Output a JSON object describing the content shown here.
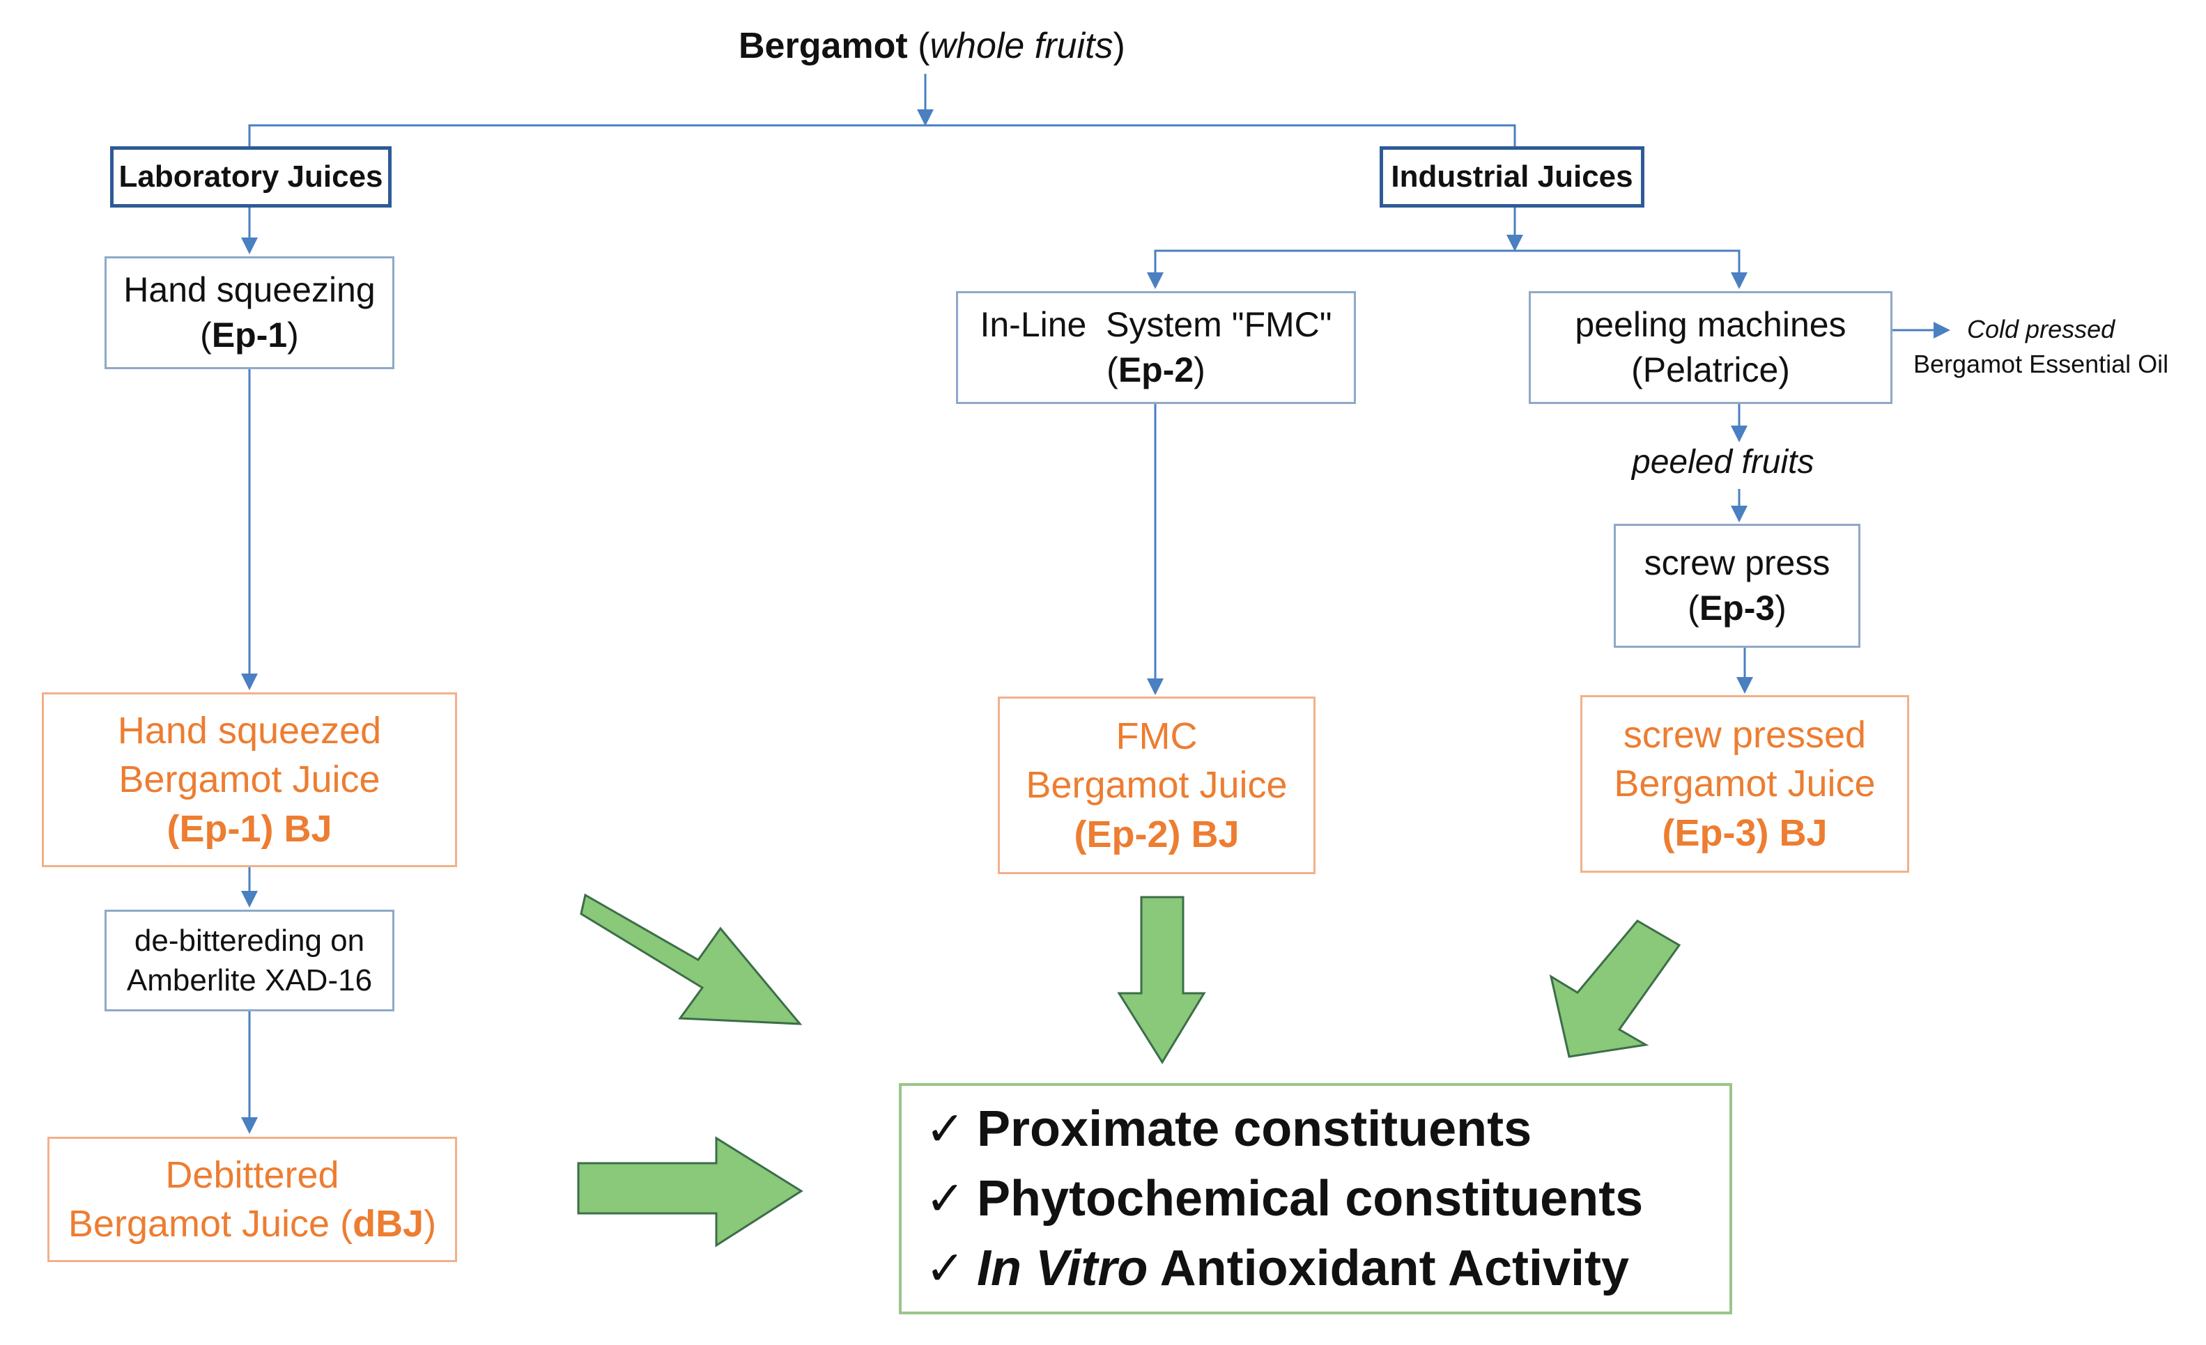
{
  "root": {
    "title": "Bergamot",
    "paren_open": " (",
    "subtitle": "whole fruits",
    "paren_close": ")"
  },
  "categories": {
    "lab": "Laboratory Juices",
    "industrial": "Industrial Juices"
  },
  "processes": {
    "hand": {
      "line1": "Hand squeezing",
      "code": "Ep-1"
    },
    "fmc": {
      "line1": "In-Line  System \"FMC\"",
      "code": "Ep-2"
    },
    "peeling": {
      "line1": "peeling machines",
      "line2": "(Pelatrice)"
    },
    "screw": {
      "line1": "screw press",
      "code": "Ep-3"
    },
    "debitter": {
      "line1": "de-bittereding on",
      "line2": "Amberlite XAD-16"
    }
  },
  "side": {
    "oil_italic": "Cold pressed",
    "oil_line2": "Bergamot Essential Oil",
    "peeled": "peeled fruits"
  },
  "outputs": {
    "ep1": {
      "line1": "Hand squeezed",
      "line2": "Bergamot Juice",
      "code": "(Ep-1) BJ"
    },
    "ep2": {
      "line1": "FMC",
      "line2": "Bergamot Juice",
      "code": "(Ep-2) BJ"
    },
    "ep3": {
      "line1": "screw pressed",
      "line2": "Bergamot Juice",
      "code": "(Ep-3) BJ"
    },
    "dbj": {
      "line1": "Debittered",
      "line2_prefix": "Bergamot Juice (",
      "code": "dBJ",
      "line2_suffix": ")"
    }
  },
  "final": {
    "check": "✓",
    "item1": "Proximate constituents",
    "item2": "Phytochemical constituents",
    "item3_italic": "In Vitro",
    "item3_rest": " Antioxidant Activity"
  },
  "colors": {
    "connector": "#4a7fc1",
    "category_border": "#2e5a97",
    "output_text": "#ed7d31",
    "big_arrow_fill": "#8ac87a",
    "big_arrow_stroke": "#3c6e48"
  }
}
